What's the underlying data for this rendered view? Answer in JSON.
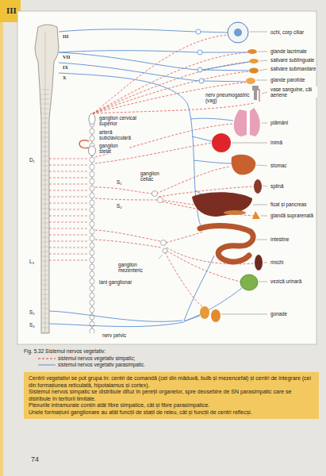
{
  "diagram": {
    "caption": "Fig. 5.32 Sistemul nervos vegetativ:",
    "nodes": [
      {
        "text": [
          "Centrii vegetativi se pot grupa în: centri de comandă (cei din măduvă, bulb și mezencefal) și centri de integrare (cei din formațiunea reticulată, hipotalamus și cortex).",
          "Sistemul nervos simpatic se distribuie difuz în pereții organelor, spre deosebire de SN parasimpatic care se distribuie în teritorii limitate.",
          "Plexurile intramurale conțin atât fibre simpatice, cât și fibre parasimpatice.",
          "Unele formațiuni ganglionare au atât funcții de stații de releu, cât și funcții de centri reflecși."
        ]
      }
    ],
    "labels": [
      "III",
      "ochi, corp ciliar",
      "III",
      "glande lacrimale",
      "VII",
      "salivare sublinguale",
      "IX",
      "salivare submaxilare",
      "X",
      "glande parotide",
      "vase sanguine, căi aeriene",
      "nerv pneumogastric (vag)",
      "ganglion cervical superior",
      "plămâni",
      "arteră subclaviculară",
      "ganglion stelat",
      "inimă",
      "D₁",
      "stomac",
      "ganglion celiac",
      "S₁",
      "splină",
      "ficat și pancreas",
      "S₂",
      "glandă suprarenală",
      "intestine",
      "rinichi",
      "L₃",
      "ganglion mezenteric",
      "vezică urinară",
      "lanț ganglionar",
      "S₂",
      "gonade",
      "S₄",
      "nerv pelvic",
      "74"
    ],
    "legend": [
      {
        "text": "sistemul nervos vegetativ simpatic;"
      },
      {
        "text": "sistemul nervos vegetativ parasimpatic."
      }
    ]
  }
}
